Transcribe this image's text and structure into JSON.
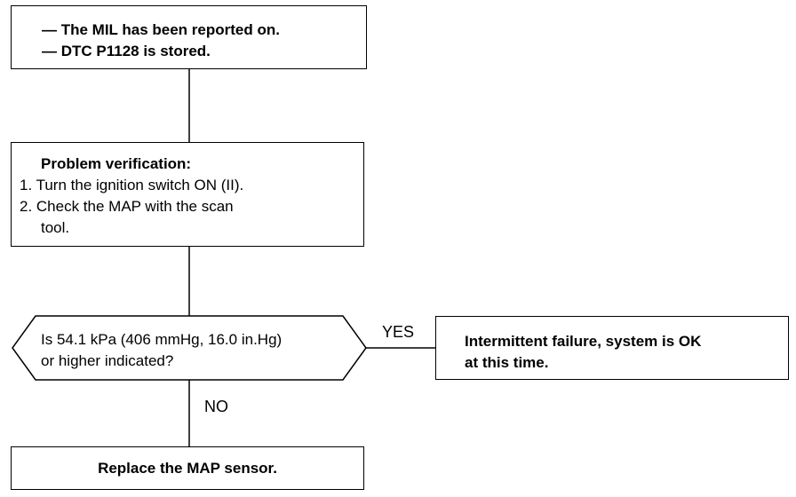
{
  "start": {
    "lines": [
      "— The MIL has been reported on.",
      "— DTC P1128 is stored."
    ]
  },
  "verify": {
    "title": "Problem verification:",
    "steps": [
      "1.  Turn the ignition switch ON (II).",
      "2.  Check the MAP with the scan",
      "tool."
    ]
  },
  "decision": {
    "lines": [
      "Is 54.1 kPa (406 mmHg, 16.0 in.Hg)",
      "or higher indicated?"
    ],
    "yes_label": "YES",
    "no_label": "NO"
  },
  "yes_result": {
    "lines": [
      "Intermittent failure, system is OK",
      "at this time."
    ]
  },
  "no_result": {
    "text": "Replace the MAP sensor."
  }
}
